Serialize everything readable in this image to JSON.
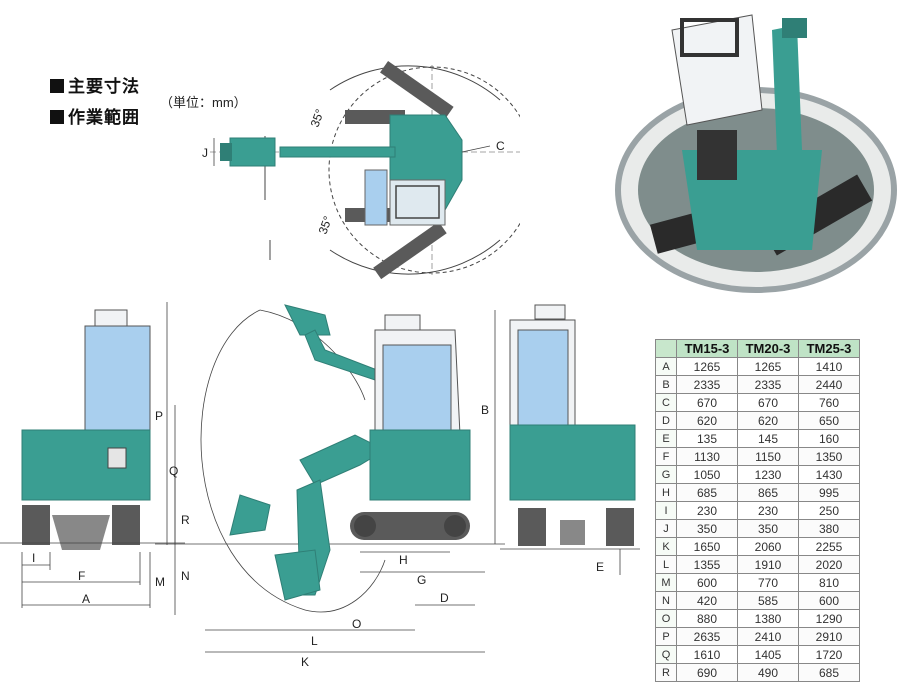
{
  "headings": {
    "main_dims": "主要寸法",
    "work_range": "作業範囲",
    "unit": "（単位：mm）"
  },
  "angles": {
    "upper": "35°",
    "lower": "35°"
  },
  "labels": {
    "A": "A",
    "B": "B",
    "C": "C",
    "D": "D",
    "E": "E",
    "F": "F",
    "G": "G",
    "H": "H",
    "I": "I",
    "J": "J",
    "K": "K",
    "L": "L",
    "M": "M",
    "N": "N",
    "O": "O",
    "P": "P",
    "Q": "Q",
    "R": "R"
  },
  "colors": {
    "machine": "#3a9e92",
    "machine_dark": "#2f7f76",
    "track": "#5a5a5a",
    "cab_glass": "#a9cfee",
    "header_green": "#bfe3c6"
  },
  "table": {
    "columns": [
      "TM15-3",
      "TM20-3",
      "TM25-3"
    ],
    "rows": [
      {
        "key": "A",
        "values": [
          "1265",
          "1265",
          "1410"
        ]
      },
      {
        "key": "B",
        "values": [
          "2335",
          "2335",
          "2440"
        ]
      },
      {
        "key": "C",
        "values": [
          "670",
          "670",
          "760"
        ]
      },
      {
        "key": "D",
        "values": [
          "620",
          "620",
          "650"
        ]
      },
      {
        "key": "E",
        "values": [
          "135",
          "145",
          "160"
        ]
      },
      {
        "key": "F",
        "values": [
          "1130",
          "1150",
          "1350"
        ]
      },
      {
        "key": "G",
        "values": [
          "1050",
          "1230",
          "1430"
        ]
      },
      {
        "key": "H",
        "values": [
          "685",
          "865",
          "995"
        ]
      },
      {
        "key": "I",
        "values": [
          "230",
          "230",
          "250"
        ]
      },
      {
        "key": "J",
        "values": [
          "350",
          "350",
          "380"
        ]
      },
      {
        "key": "K",
        "values": [
          "1650",
          "2060",
          "2255"
        ]
      },
      {
        "key": "L",
        "values": [
          "1355",
          "1910",
          "2020"
        ]
      },
      {
        "key": "M",
        "values": [
          "600",
          "770",
          "810"
        ]
      },
      {
        "key": "N",
        "values": [
          "420",
          "585",
          "600"
        ]
      },
      {
        "key": "O",
        "values": [
          "880",
          "1380",
          "1290"
        ]
      },
      {
        "key": "P",
        "values": [
          "2635",
          "2410",
          "2910"
        ]
      },
      {
        "key": "Q",
        "values": [
          "1610",
          "1405",
          "1720"
        ]
      },
      {
        "key": "R",
        "values": [
          "690",
          "490",
          "685"
        ]
      }
    ]
  }
}
